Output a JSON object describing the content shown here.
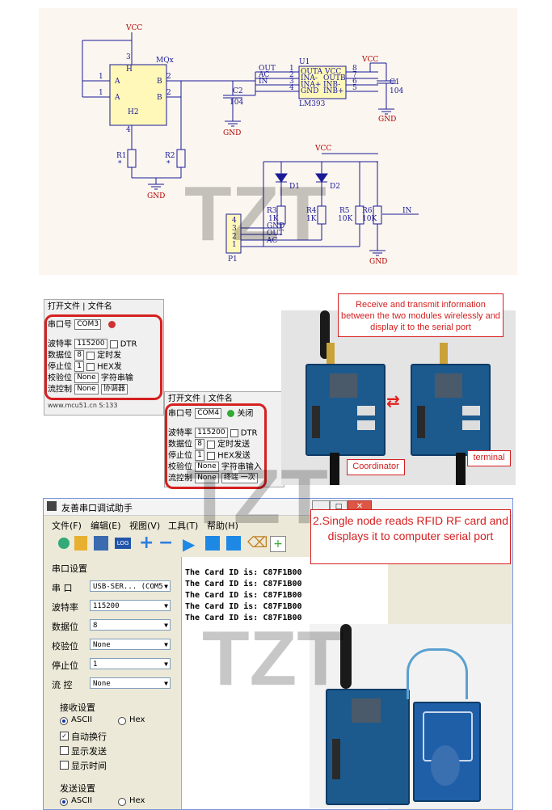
{
  "schematic": {
    "vcc_top": "VCC",
    "module": "MQx",
    "h_label_top": "H",
    "h_label_mid": "H2",
    "pin_labels": {
      "a1": "A",
      "a2": "A",
      "b1": "B",
      "b2": "B"
    },
    "pin_numbers": {
      "p1": "1",
      "p3": "3",
      "p2": "2",
      "p4": "4",
      "p1b": "1",
      "p2b": "2"
    },
    "r1": "R1",
    "r2": "R2",
    "star1": "*",
    "star2": "*",
    "gnd1": "GND",
    "gnd2": "GND",
    "gnd3": "GND",
    "gnd4": "GND",
    "c2": "C2",
    "c2_val": "104",
    "c1": "C1",
    "c1_val": "104",
    "u1": "U1",
    "u1_part": "LM393",
    "u1_left": [
      "OUT",
      "AC",
      "IN",
      ""
    ],
    "u1_pins_left": [
      "1",
      "2",
      "3",
      "4"
    ],
    "u1_inner_left": [
      "OUTA",
      "INA-",
      "INA+",
      "GND"
    ],
    "u1_inner_right": [
      "VCC",
      "OUTB",
      "INB-",
      "INB+"
    ],
    "u1_pins_right": [
      "8",
      "7",
      "6",
      "5"
    ],
    "vcc_right": "VCC",
    "vcc_mid": "VCC",
    "d1": "D1",
    "d2": "D2",
    "r3": "R3",
    "r3_val": "1K",
    "r4": "R4",
    "r4_val": "1K",
    "r5": "R5",
    "r5_val": "10K",
    "r6": "R6",
    "r6_val": "10K",
    "in_label": "IN",
    "p1": "P1",
    "p1_pins": [
      "4",
      "3",
      "2",
      "1"
    ],
    "p1_nets": [
      "GND",
      "OUT",
      "AC"
    ]
  },
  "small_panel_1": {
    "menu": [
      "打开文件",
      "文件名"
    ],
    "port_label": "串口号",
    "port_value": "COM3",
    "baud_label": "波特率",
    "baud_value": "115200",
    "data_label": "数据位",
    "data_value": "8",
    "stop_label": "停止位",
    "stop_value": "1",
    "parity_label": "校验位",
    "parity_value": "None",
    "flow_label": "流控制",
    "flow_value": "None",
    "dtr": "DTR",
    "timed": "定时发",
    "hex": "HEX发",
    "char": "字符串输",
    "tune": "协调器",
    "footer": "www.mcu51.cn   S:133"
  },
  "small_panel_2": {
    "menu": [
      "打开文件",
      "文件名"
    ],
    "port_label": "串口号",
    "port_value": "COM4",
    "close": "关闭",
    "baud_label": "波特率",
    "baud_value": "115200",
    "data_label": "数据位",
    "data_value": "8",
    "stop_label": "停止位",
    "stop_value": "1",
    "parity_label": "校验位",
    "parity_value": "None",
    "flow_label": "流控制",
    "flow_value": "None",
    "dtr": "DTR",
    "timed": "定时发送",
    "hex": "HEX发送",
    "char": "字符串输入",
    "tune": "终端 一次"
  },
  "callouts": {
    "wireless": "Receive and transmit information between the two modules wirelessly and display it to the serial port",
    "coordinator": "Coordinator",
    "terminal": "terminal",
    "rfid": "2.Single node reads RFID RF card and displays it to computer serial port"
  },
  "app": {
    "title": "友善串口调试助手",
    "menus": [
      "文件(F)",
      "编辑(E)",
      "视图(V)",
      "工具(T)",
      "帮助(H)"
    ],
    "toolbar_log": "LOG",
    "serial_settings": "串口设置",
    "port_label": "串    口",
    "port_value": "USB-SER... (COM5",
    "baud_label": "波特率",
    "baud_value": "115200",
    "data_label": "数据位",
    "data_value": "8",
    "parity_label": "校验位",
    "parity_value": "None",
    "stop_label": "停止位",
    "stop_value": "1",
    "flow_label": "流    控",
    "flow_value": "None",
    "recv_settings": "接收设置",
    "recv_ascii": "ASCII",
    "recv_hex": "Hex",
    "auto_wrap": "自动换行",
    "show_send": "显示发送",
    "show_time": "显示时间",
    "send_settings": "发送设置",
    "send_ascii": "ASCII",
    "send_hex": "Hex",
    "output_lines": [
      "The Card ID is: C87F1B00",
      "The Card ID is: C87F1B00",
      "The Card ID is: C87F1B00",
      "The Card ID is: C87F1B00",
      "The Card ID is: C87F1B00"
    ]
  },
  "watermark": "TZT"
}
